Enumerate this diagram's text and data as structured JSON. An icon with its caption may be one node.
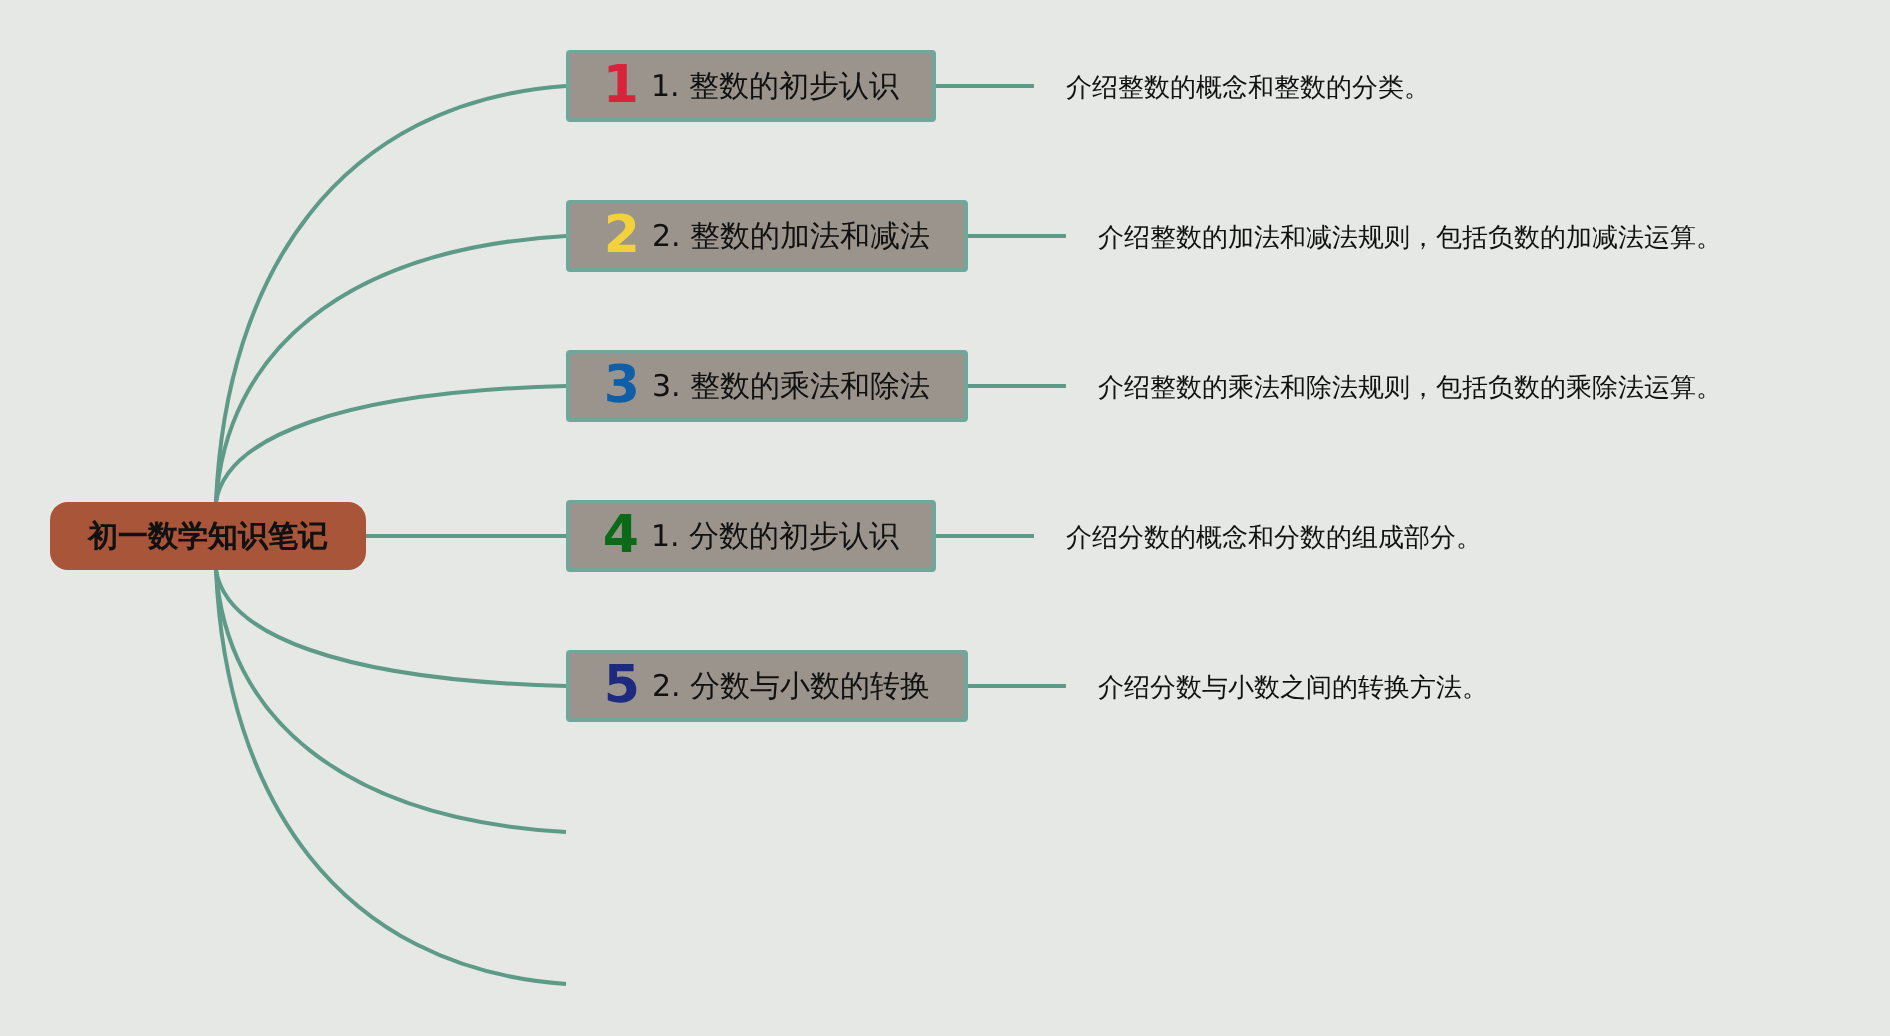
{
  "diagram": {
    "nodes": [
      {
        "text": [
          "初一数学知识笔记"
        ]
      },
      {
        "text": [
          "1",
          "1. 整数的初步认识"
        ]
      },
      {
        "text": [
          "2",
          "2. 整数的加法和减法"
        ]
      },
      {
        "text": [
          "3",
          "3. 整数的乘法和除法"
        ]
      },
      {
        "text": [
          "4",
          "1. 分数的初步认识"
        ]
      },
      {
        "text": [
          "5",
          "2. 分数与小数的转换"
        ]
      },
      {
        "text": [
          "介绍整数的概念和整数的分类。"
        ]
      },
      {
        "text": [
          "介绍整数的加法和减法规则，包括负数的加减法运算。"
        ]
      },
      {
        "text": [
          "介绍整数的乘法和除法规则，包括负数的乘除法运算。"
        ]
      },
      {
        "text": [
          "介绍分数的概念和分数的组成部分。"
        ]
      },
      {
        "text": [
          "介绍分数与小数之间的转换方法。"
        ]
      }
    ],
    "edges": [
      {
        "from": 0,
        "to": 1,
        "arrow": "none"
      },
      {
        "from": 0,
        "to": 2,
        "arrow": "none"
      },
      {
        "from": 0,
        "to": 3,
        "arrow": "none"
      },
      {
        "from": 0,
        "to": 4,
        "arrow": "none"
      },
      {
        "from": 0,
        "to": 5,
        "arrow": "none"
      },
      {
        "from": 0,
        "to": null,
        "arrow": "none"
      },
      {
        "from": 0,
        "to": null,
        "arrow": "none"
      },
      {
        "from": 1,
        "to": 6,
        "arrow": "none"
      },
      {
        "from": 2,
        "to": 7,
        "arrow": "none"
      },
      {
        "from": 3,
        "to": 8,
        "arrow": "none"
      },
      {
        "from": 4,
        "to": 9,
        "arrow": "none"
      },
      {
        "from": 5,
        "to": 10,
        "arrow": "none"
      }
    ]
  }
}
